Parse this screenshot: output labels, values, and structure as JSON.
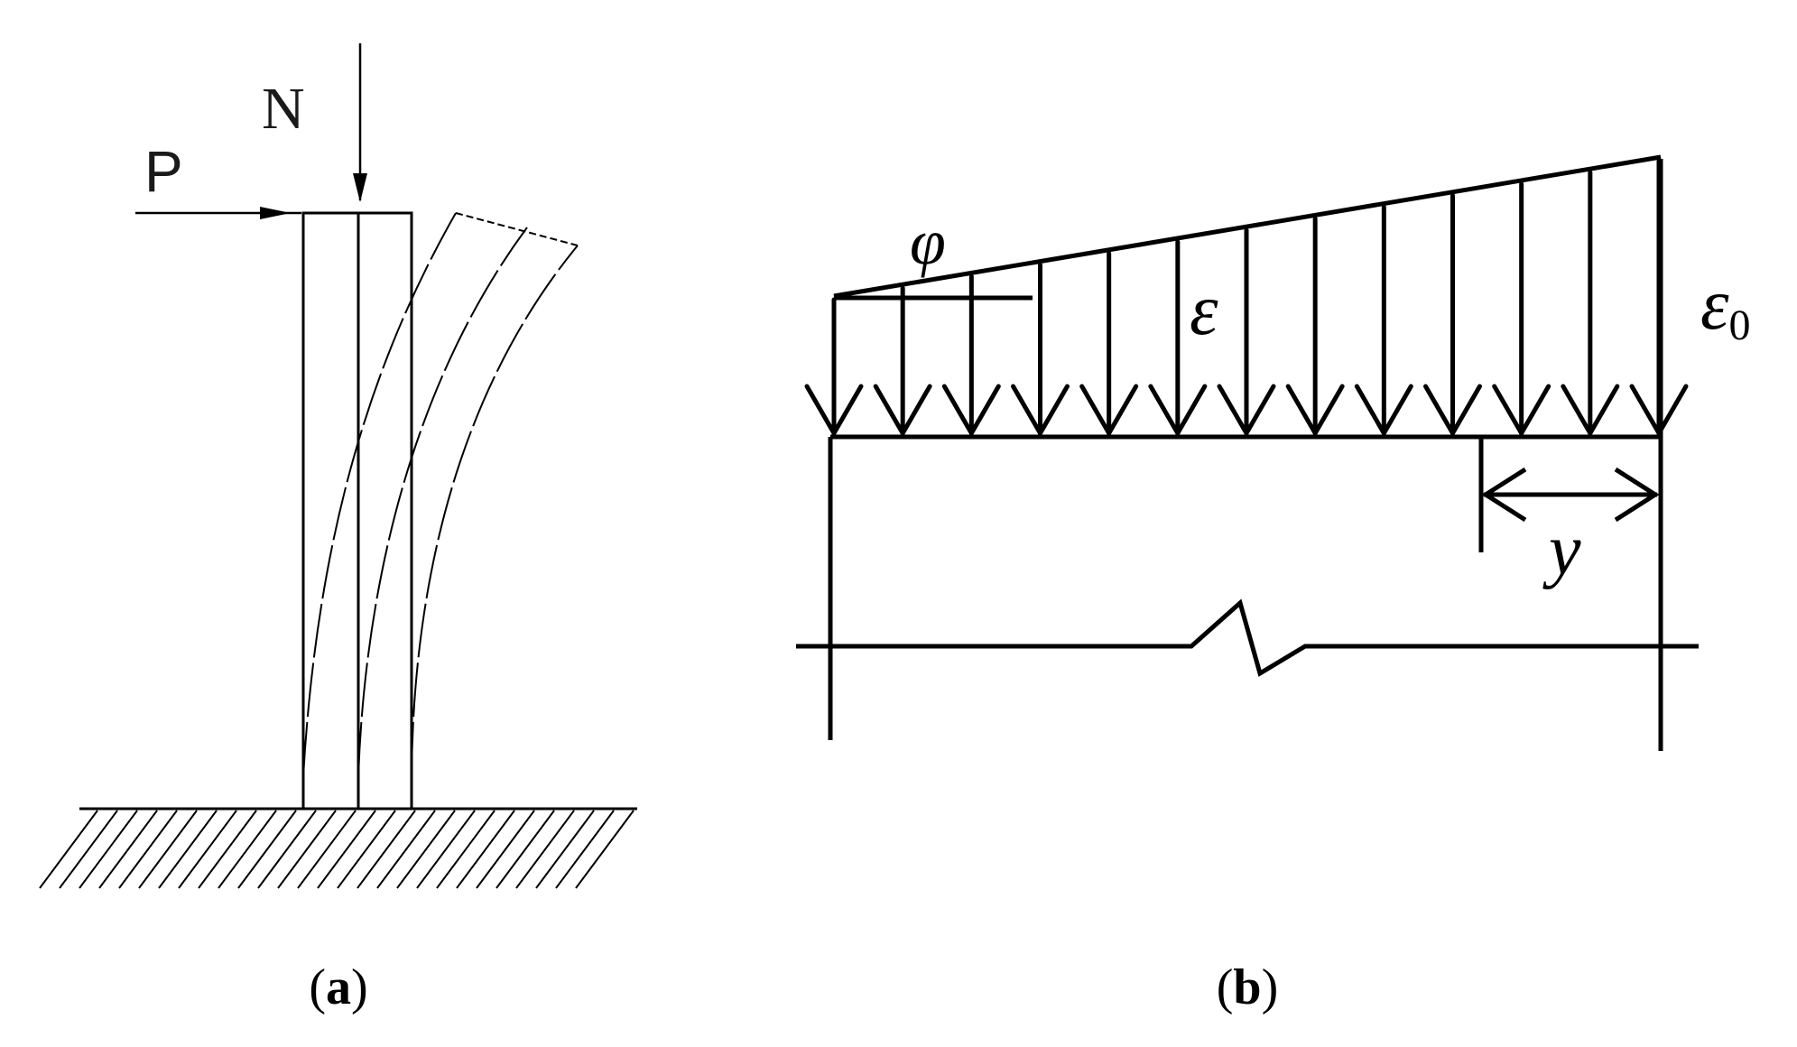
{
  "panel_a": {
    "label_n": "N",
    "label_p": "P",
    "caption_open": "(",
    "caption_letter": "a",
    "caption_close": ")"
  },
  "panel_b": {
    "label_phi": "φ",
    "label_epsilon": "ε",
    "label_epsilon0_base": "ε",
    "label_epsilon0_sub": "0",
    "label_y": "y",
    "caption_open": "(",
    "caption_letter": "b",
    "caption_close": ")"
  },
  "colors": {
    "stroke": "#000000",
    "text": "#1a1a1a",
    "background": "#ffffff"
  }
}
